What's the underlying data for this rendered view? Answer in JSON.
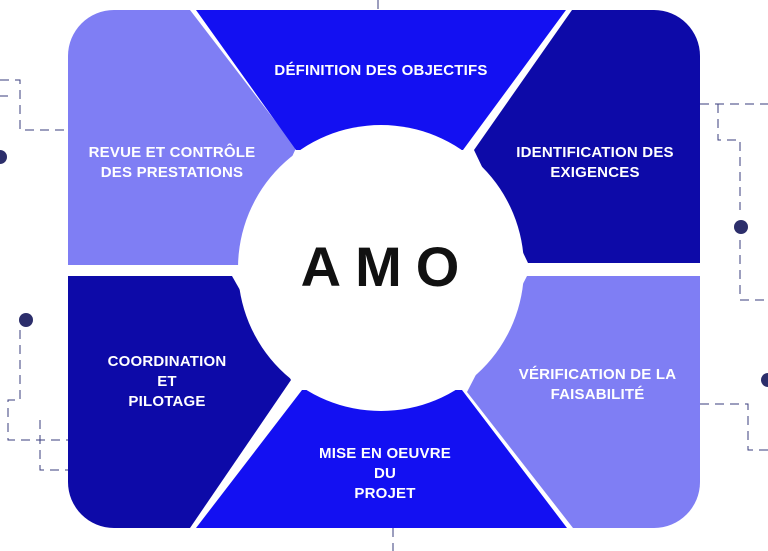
{
  "colors": {
    "light": "#7f7ef4",
    "dark": "#0d0aa8",
    "bright": "#1310f2",
    "dots": "#2c2e6b",
    "dash": "#3a3d7d"
  },
  "center": {
    "label": "AMO"
  },
  "segments": [
    {
      "id": "top",
      "color": "bright",
      "label": "DÉFINITION DES OBJECTIFS"
    },
    {
      "id": "top-right",
      "color": "dark",
      "label": "IDENTIFICATION DES EXIGENCES"
    },
    {
      "id": "bottom-right",
      "color": "light",
      "label": "VÉRIFICATION DE LA FAISABILITÉ"
    },
    {
      "id": "bottom",
      "color": "bright",
      "label": "MISE EN OEUVRE DU PROJET"
    },
    {
      "id": "bottom-left",
      "color": "dark",
      "label": "COORDINATION ET PILOTAGE"
    },
    {
      "id": "top-left",
      "color": "light",
      "label": "REVUE ET CONTRÔLE DES PRESTATIONS"
    }
  ]
}
